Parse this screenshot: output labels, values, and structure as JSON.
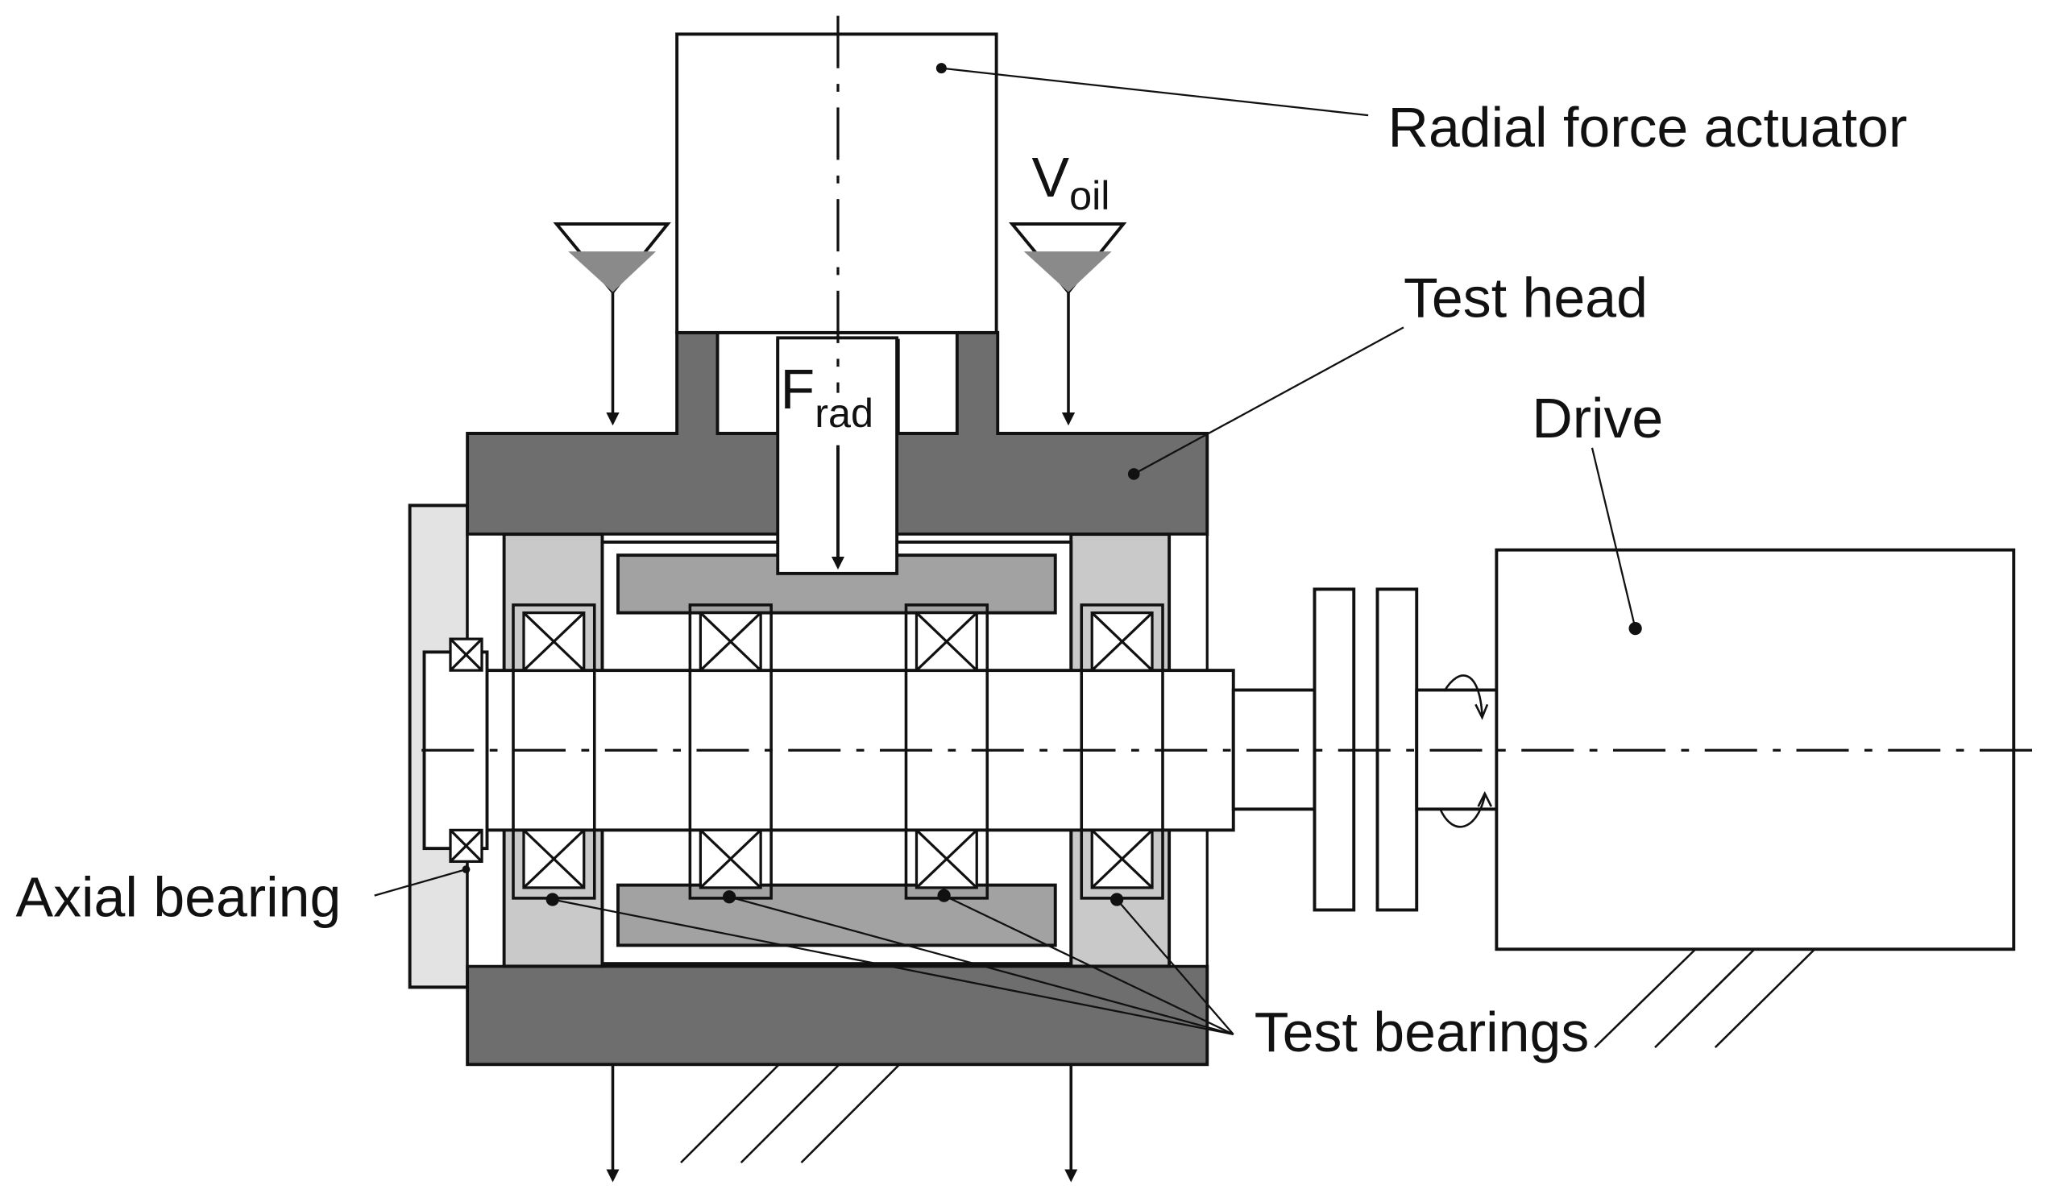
{
  "labels": {
    "radial_force_actuator": "Radial force actuator",
    "test_head": "Test head",
    "drive": "Drive",
    "axial_bearing": "Axial bearing",
    "test_bearings": "Test bearings"
  },
  "symbols": {
    "oil_volume_base": "V",
    "oil_volume_sub": "oil",
    "radial_force_base": "F",
    "radial_force_sub": "rad"
  },
  "colors": {
    "housing_dark": "#6e6e6e",
    "bearing_housing": "#c9c9c9",
    "inner_sleeve": "#a2a2a2",
    "end_cap": "#e3e3e3",
    "oil_fill": "#8a8a8a",
    "line": "#111111"
  },
  "icons": {
    "oil_inlet": "funnel-icon",
    "rotation": "rotation-arrow-icon",
    "bearing": "crossed-box-icon",
    "ground": "hatch-icon"
  }
}
